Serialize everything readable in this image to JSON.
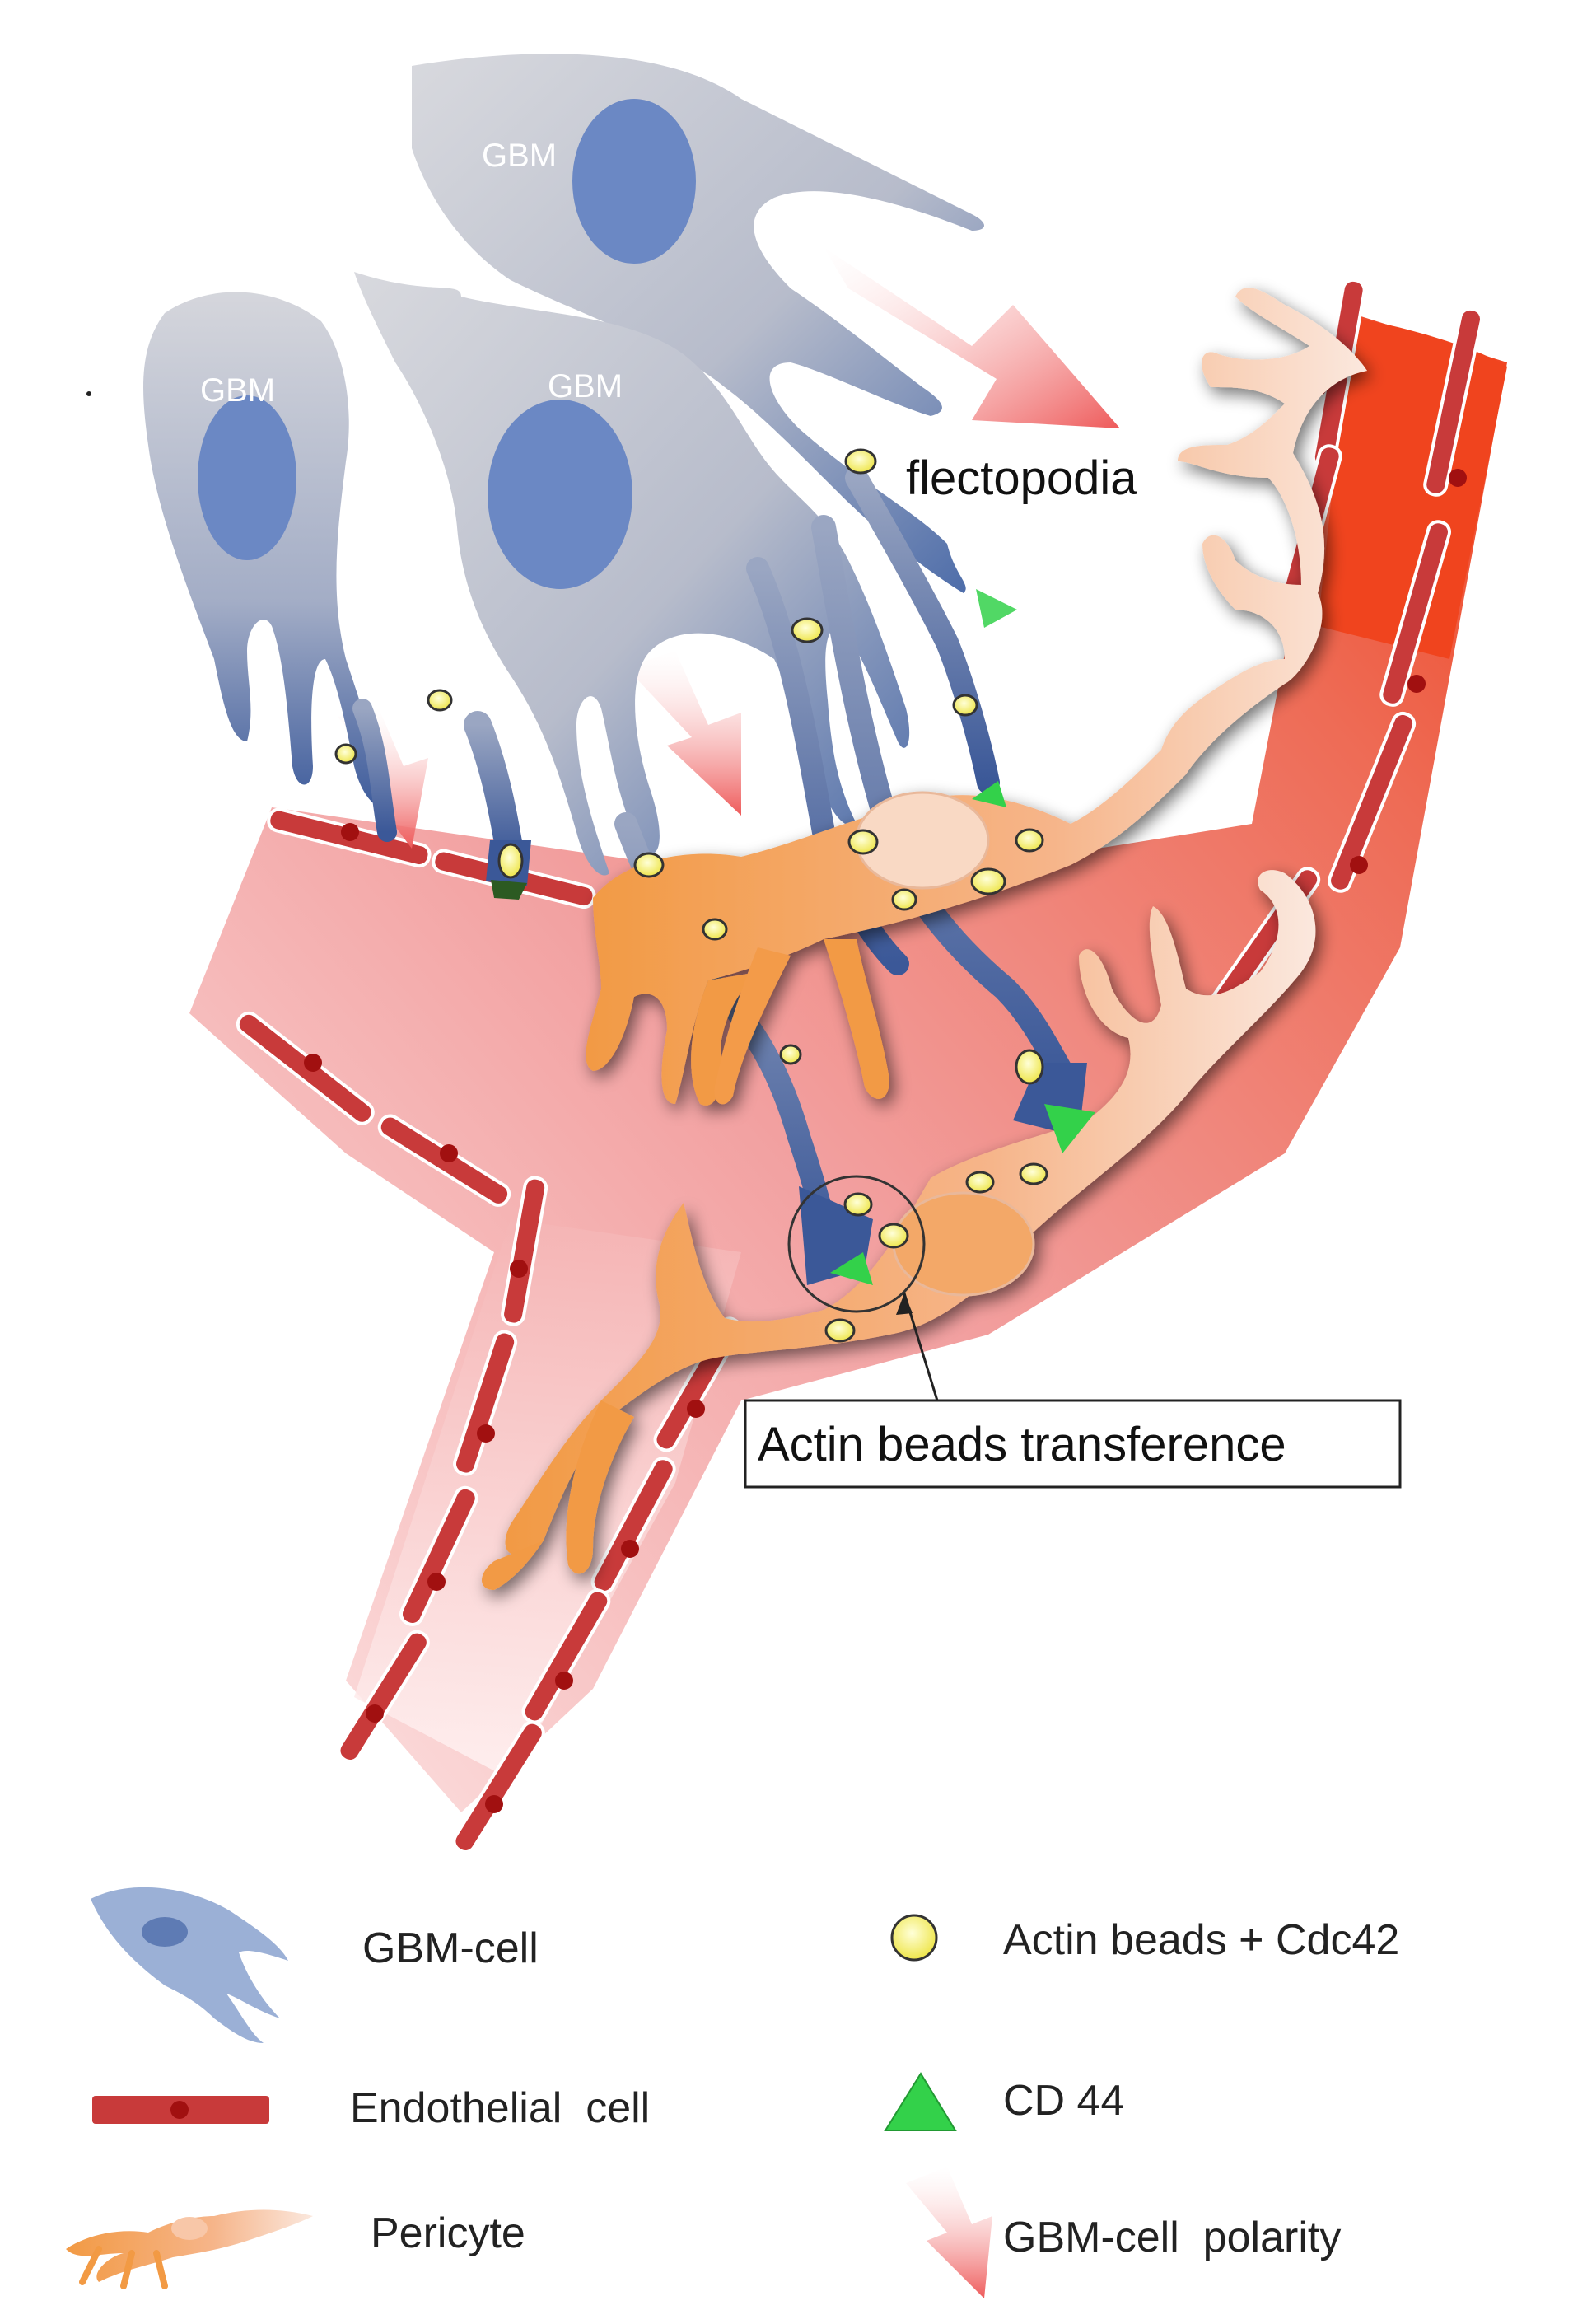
{
  "diagram": {
    "cell_labels": [
      "GBM",
      "GBM",
      "GBM"
    ],
    "flectopodia_label": "flectopodia",
    "callout_label": "Actin beads transference",
    "colors": {
      "gbm_blue": "#4a6aa8",
      "gbm_grey": "#c9cbd3",
      "nucleus": "#6b88c4",
      "vessel_light": "#f6c4c4",
      "vessel_dark": "#ef5a3c",
      "endothelial": "#c83a3a",
      "endo_nucleus": "#a11010",
      "pericyte": "#f4a55a",
      "pericyte_light": "#fbe6da",
      "actin_bead": "#f6f27a",
      "cd44": "#33d14a",
      "polarity_arrow": "#f06a6a"
    }
  },
  "legend": {
    "items": [
      {
        "icon": "gbm-cell-icon",
        "label": "GBM-cell"
      },
      {
        "icon": "endothelial-cell-icon",
        "label": "Endothelial  cell"
      },
      {
        "icon": "pericyte-icon",
        "label": "Pericyte"
      },
      {
        "icon": "actin-bead-icon",
        "label": "Actin beads + Cdc42"
      },
      {
        "icon": "cd44-triangle-icon",
        "label": "CD 44"
      },
      {
        "icon": "polarity-arrow-icon",
        "label": "GBM-cell  polarity"
      }
    ]
  }
}
